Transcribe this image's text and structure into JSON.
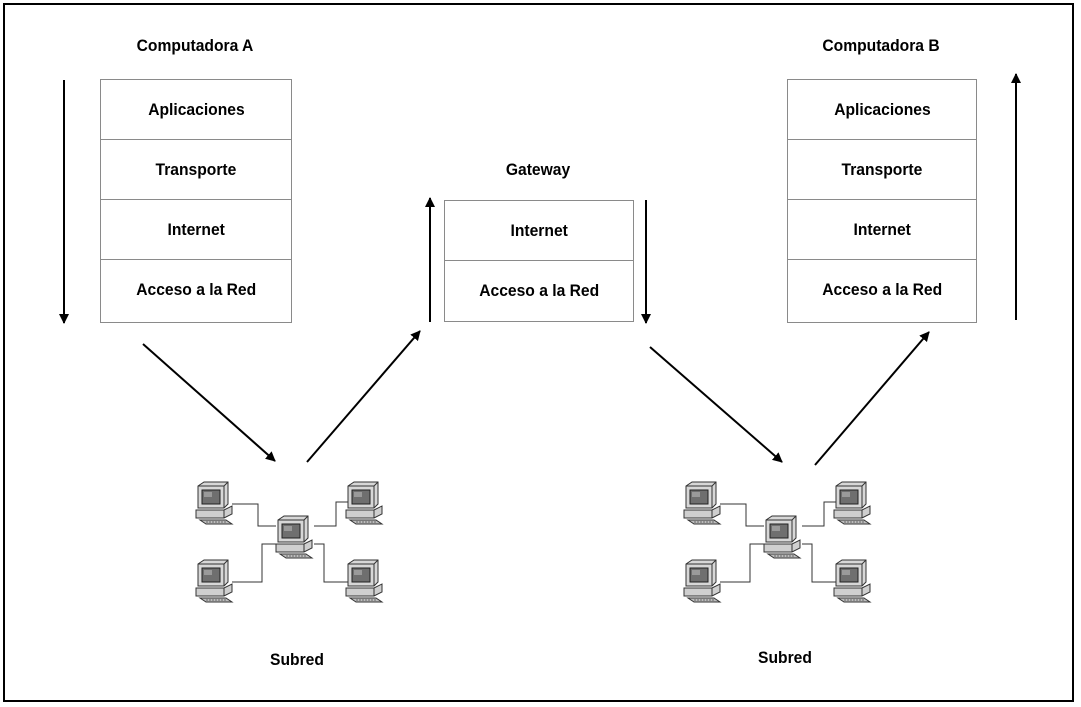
{
  "computer_a": {
    "title": "Computadora A",
    "layers": [
      "Aplicaciones",
      "Transporte",
      "Internet",
      "Acceso a la Red"
    ]
  },
  "gateway": {
    "title": "Gateway",
    "layers": [
      "Internet",
      "Acceso a la Red"
    ]
  },
  "computer_b": {
    "title": "Computadora B",
    "layers": [
      "Aplicaciones",
      "Transporte",
      "Internet",
      "Acceso a la Red"
    ]
  },
  "subnet_left": {
    "label": "Subred",
    "icon": "computer-network-icon"
  },
  "subnet_right": {
    "label": "Subred",
    "icon": "computer-network-icon"
  },
  "colors": {
    "line": "#000000",
    "border": "#8a8a8a"
  }
}
